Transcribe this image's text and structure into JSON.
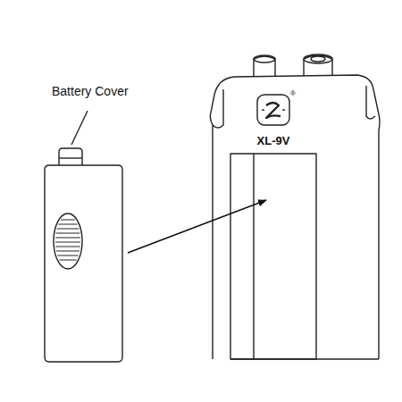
{
  "diagram": {
    "labels": [
      "Battery Cover",
      "XL-9V",
      "®"
    ]
  }
}
